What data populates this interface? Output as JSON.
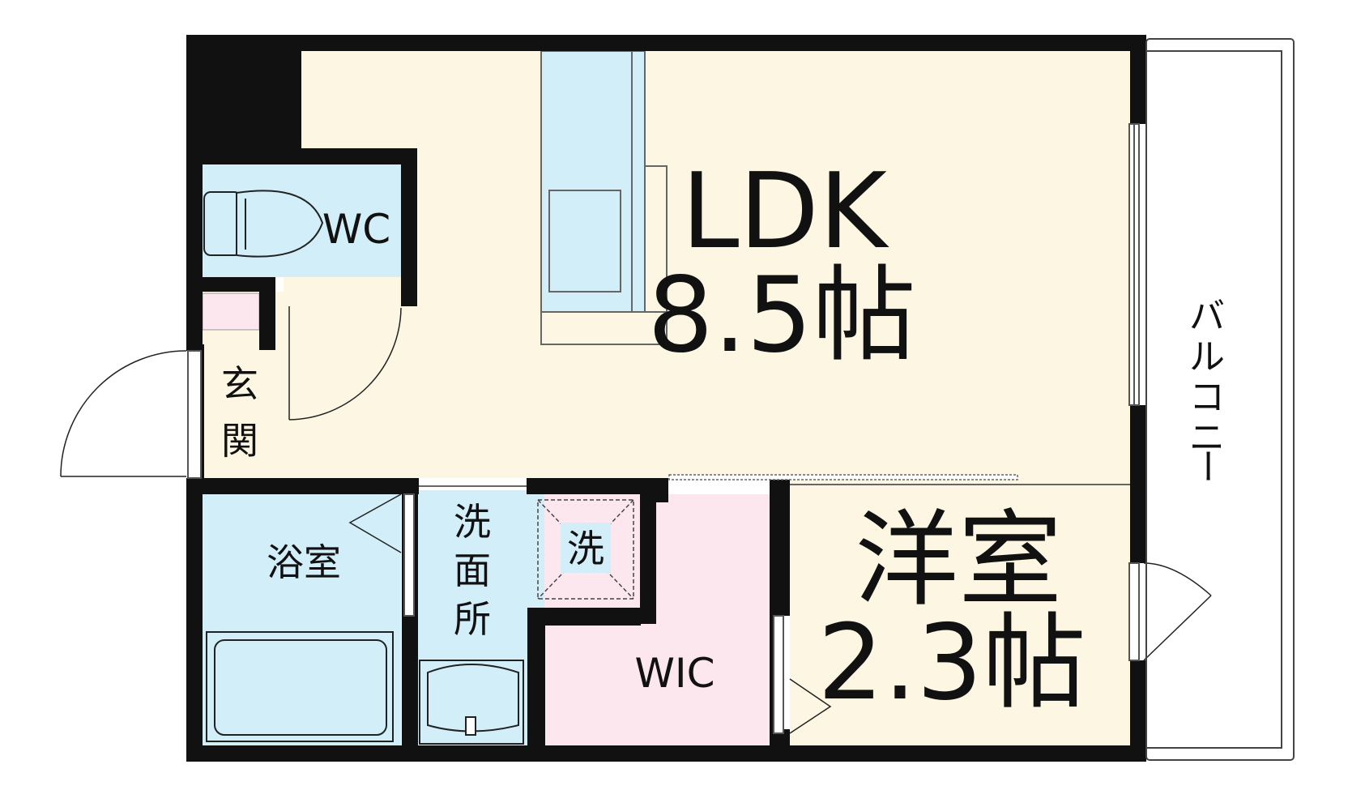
{
  "rooms": {
    "ldk": {
      "name": "LDK",
      "size": "8.5帖"
    },
    "western": {
      "name": "洋室",
      "size": "2.3帖"
    },
    "wc": {
      "name": "WC"
    },
    "bath": {
      "name": "浴室"
    },
    "washroom": {
      "chars": [
        "洗",
        "面",
        "所"
      ]
    },
    "washer": {
      "name": "洗"
    },
    "wic": {
      "name": "WIC"
    },
    "entrance": {
      "chars": [
        "玄",
        "関"
      ]
    },
    "balcony": {
      "chars": [
        "バ",
        "ル",
        "コ",
        "ニ",
        "ー"
      ]
    }
  },
  "colors": {
    "floor": "#fdf6e3",
    "wet_area": "#d2eef9",
    "closet": "#fde7ee",
    "wall": "#111111"
  }
}
